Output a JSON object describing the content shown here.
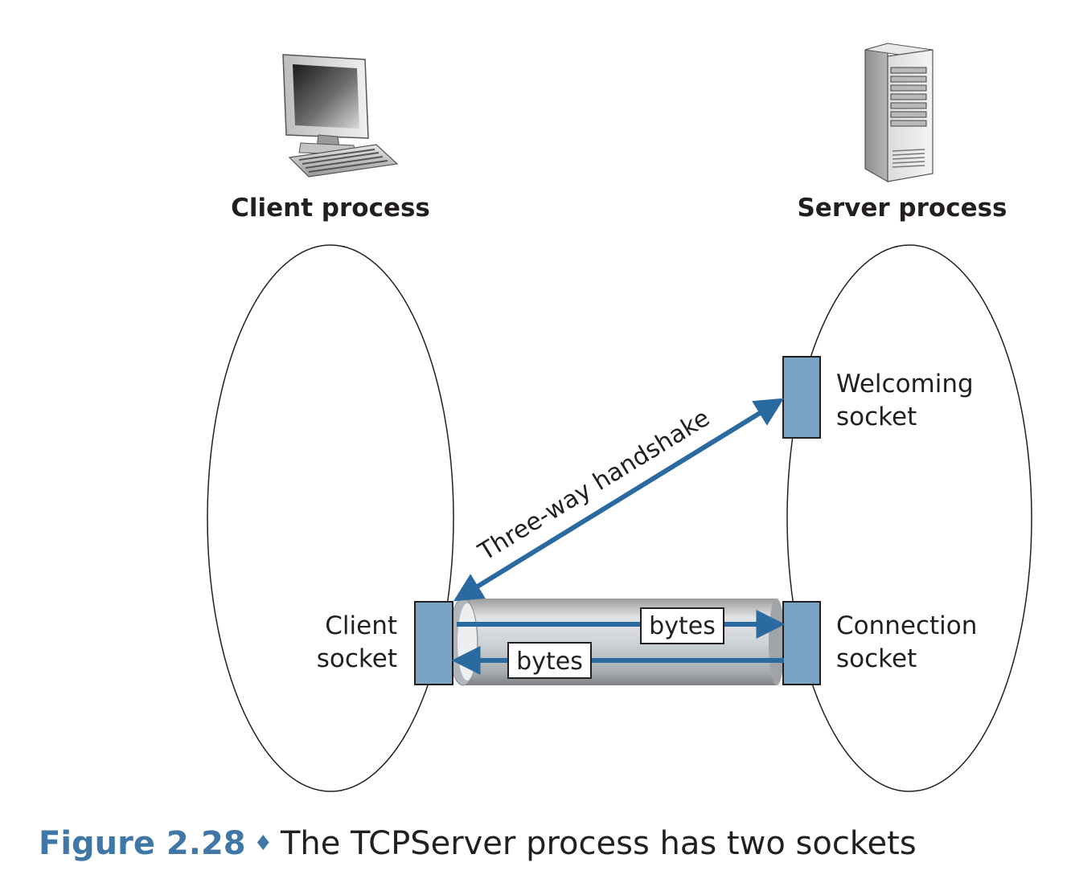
{
  "client": {
    "process_label": "Client process",
    "icon": "desktop-computer-icon",
    "socket_label_line1": "Client",
    "socket_label_line2": "socket"
  },
  "server": {
    "process_label": "Server process",
    "icon": "server-tower-icon",
    "welcoming_label_line1": "Welcoming",
    "welcoming_label_line2": "socket",
    "connection_label_line1": "Connection",
    "connection_label_line2": "socket"
  },
  "handshake_label": "Three-way handshake",
  "bytes_to_server": "bytes",
  "bytes_to_client": "bytes",
  "caption": {
    "figure_number": "Figure 2.28",
    "separator": "♦",
    "text": "The TCPServer process has two sockets"
  },
  "colors": {
    "arrow": "#2b6aa0",
    "socket_fill": "#7aa3c4",
    "caption_accent": "#3f77a6",
    "outline": "#231f20"
  }
}
